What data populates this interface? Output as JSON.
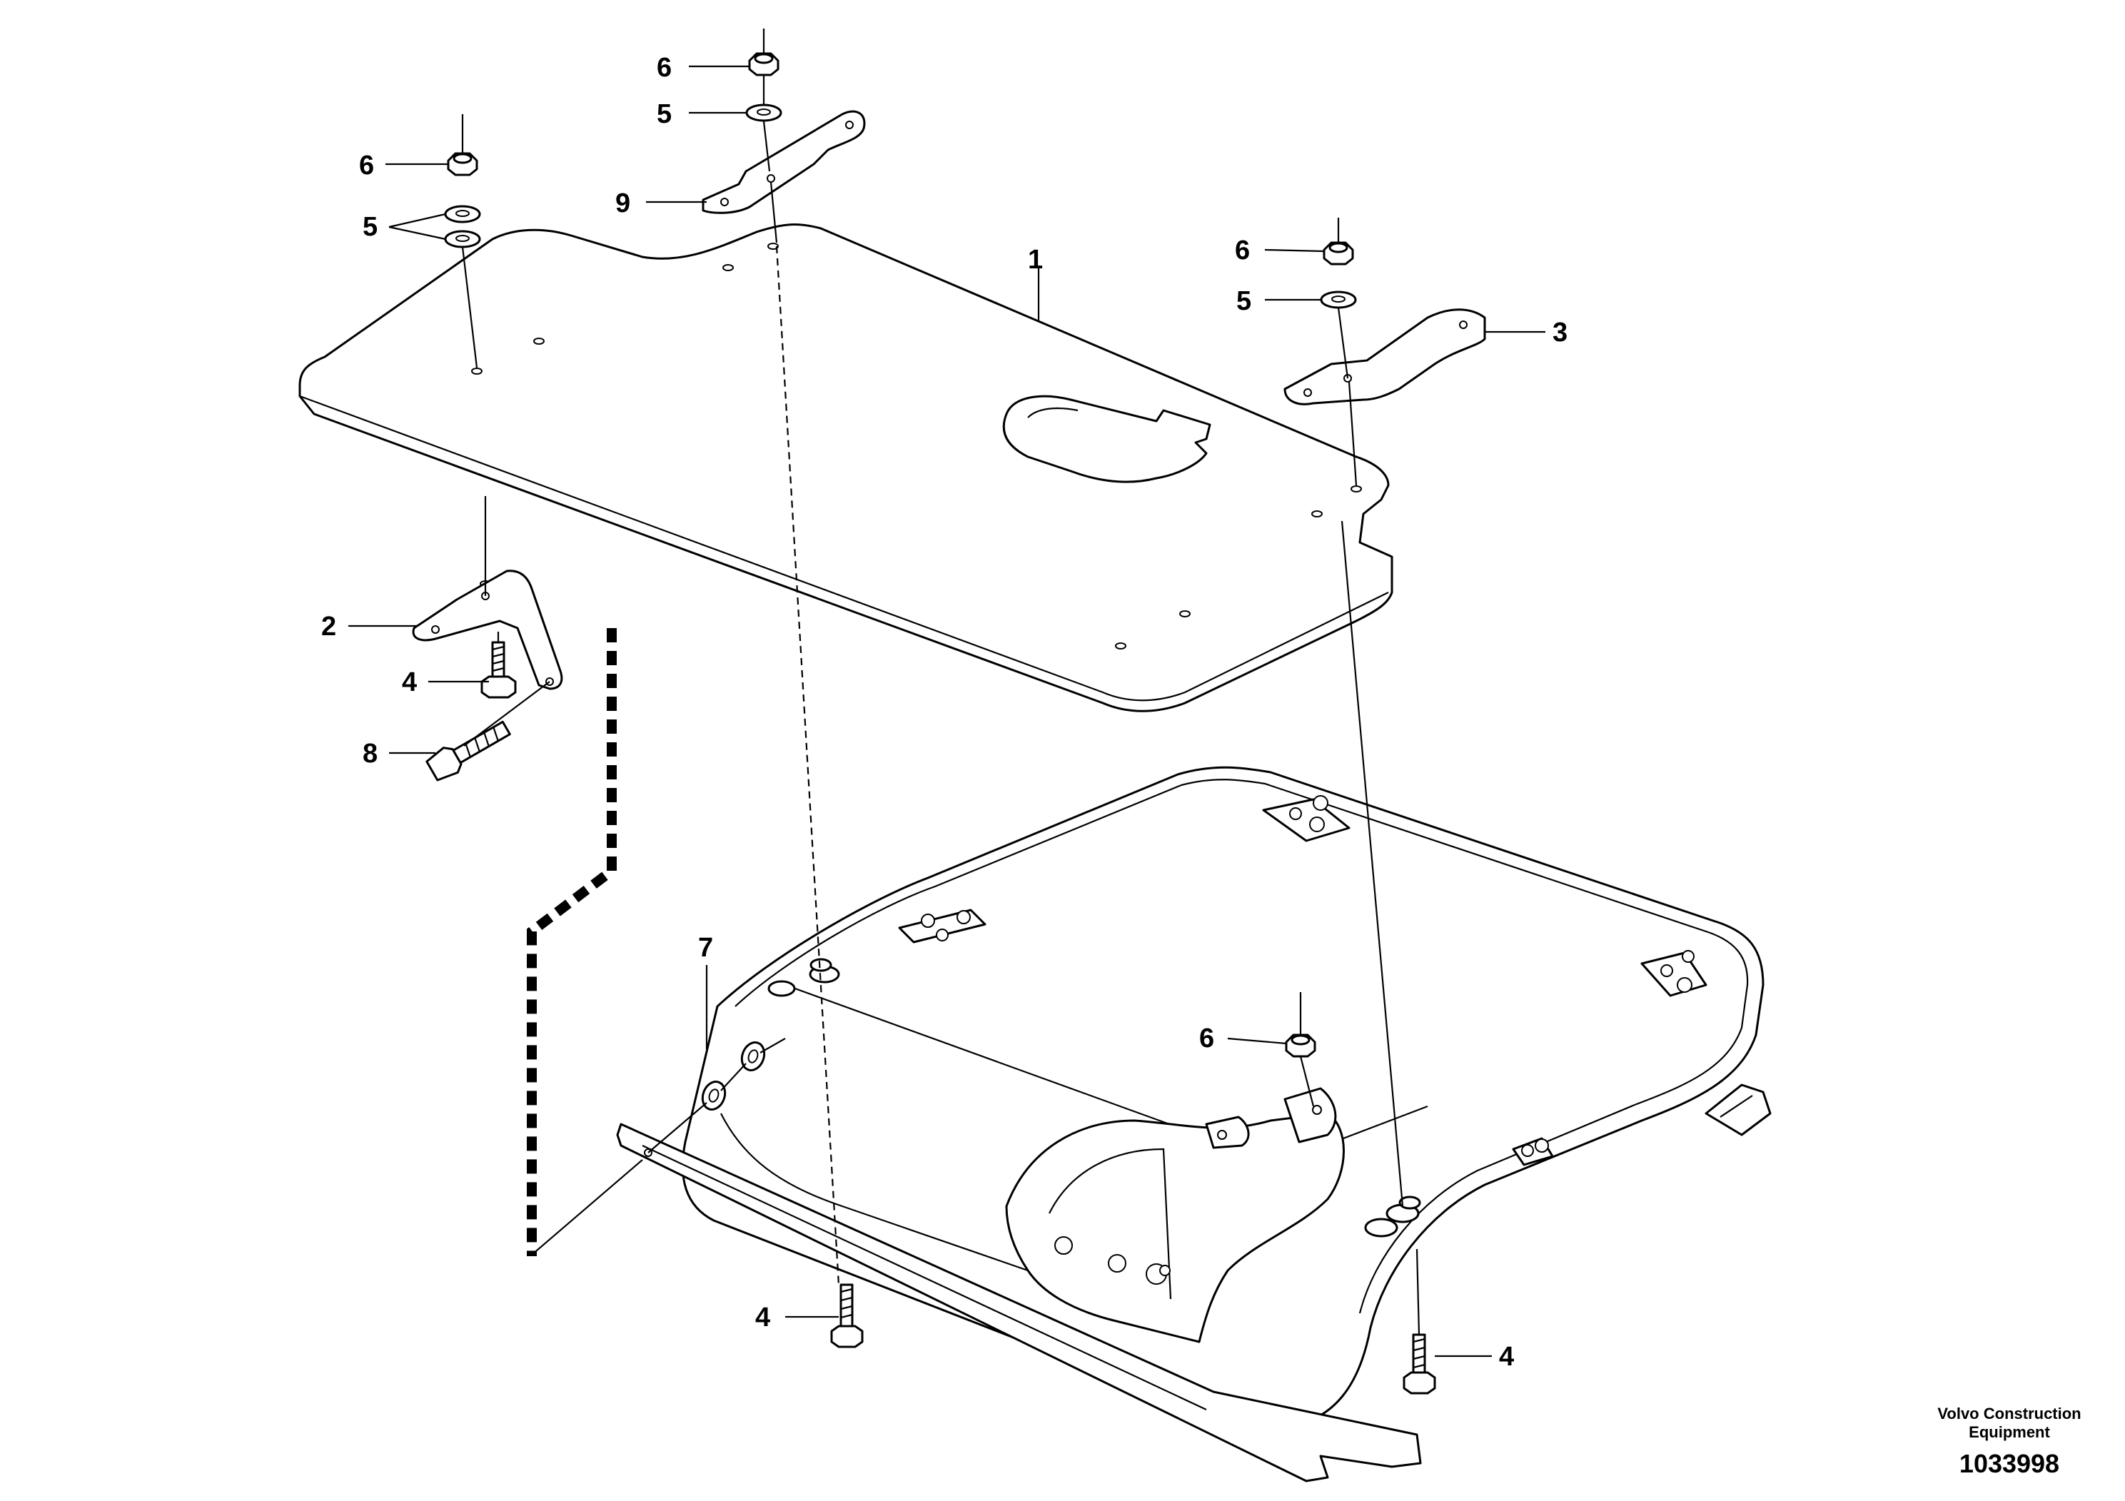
{
  "callouts": {
    "top_nut": "6",
    "top_washer": "5",
    "left_nut": "6",
    "left_washers": "5",
    "bracket_9": "9",
    "panel_1": "1",
    "right_nut": "6",
    "right_washer": "5",
    "bracket_3": "3",
    "bracket_2": "2",
    "bolt_4_left": "4",
    "bolt_8": "8",
    "washer_7": "7",
    "lower_nut": "6",
    "bolt_4_bottom": "4",
    "bolt_4_right": "4"
  },
  "footer": {
    "brand_line1": "Volvo Construction",
    "brand_line2": "Equipment",
    "figure_number": "1033998"
  }
}
